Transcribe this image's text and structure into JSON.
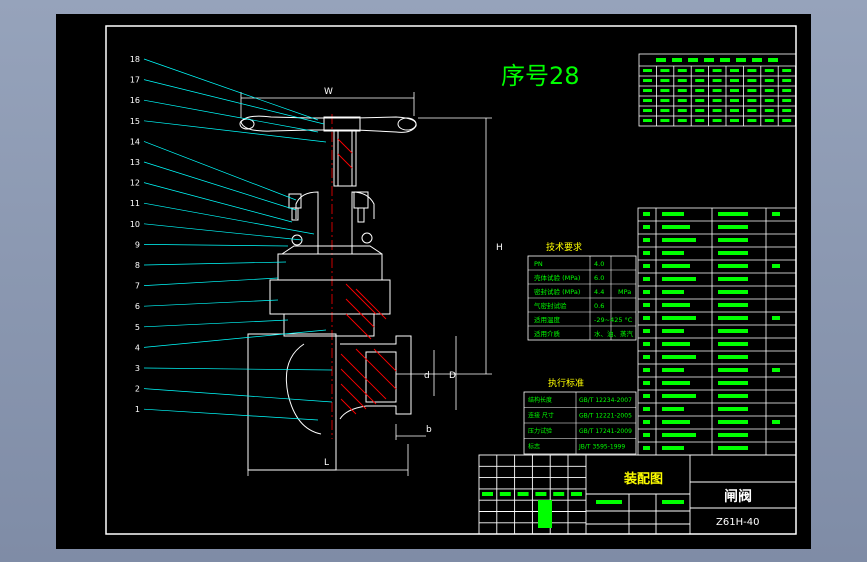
{
  "drawing": {
    "serial_label": "序号28",
    "assembly_title": "装配图",
    "part_name": "闸阀",
    "model_number": "Z61H-40"
  },
  "dimensions": {
    "width_label": "W",
    "height_label": "H",
    "length_label": "L",
    "bore_label": "d",
    "outer_label": "D",
    "offset_label": "b"
  },
  "balloons": [
    "18",
    "17",
    "16",
    "15",
    "14",
    "13",
    "12",
    "11",
    "10",
    "9",
    "8",
    "7",
    "6",
    "5",
    "4",
    "3",
    "2",
    "1"
  ],
  "tech_specs": {
    "title": "技术要求",
    "rows": [
      [
        "PN",
        "4.0",
        ""
      ],
      [
        "壳体试验 (MPa)",
        "6.0",
        ""
      ],
      [
        "密封试验 (MPa)",
        "4.4",
        "MPa"
      ],
      [
        "气密封试验",
        "0.6",
        ""
      ],
      [
        "适用温度",
        "-29~425 °C",
        ""
      ],
      [
        "适用介质",
        "水、油、蒸汽",
        ""
      ]
    ]
  },
  "standards": {
    "title": "执行标准",
    "rows": [
      [
        "结构长度",
        "GB/T 12234-2007"
      ],
      [
        "连接 尺寸",
        "GB/T 12221-2005"
      ],
      [
        "压力试验",
        "GB/T 17241-2009"
      ],
      [
        "标志",
        "JB/T 3595-1999"
      ]
    ]
  },
  "colors": {
    "sheet_bg": "#000000",
    "geometry": "#ffffff",
    "leader": "#00ffff",
    "section": "#ff0000",
    "text_yellow": "#ffff00",
    "table_green": "#00ff00"
  }
}
